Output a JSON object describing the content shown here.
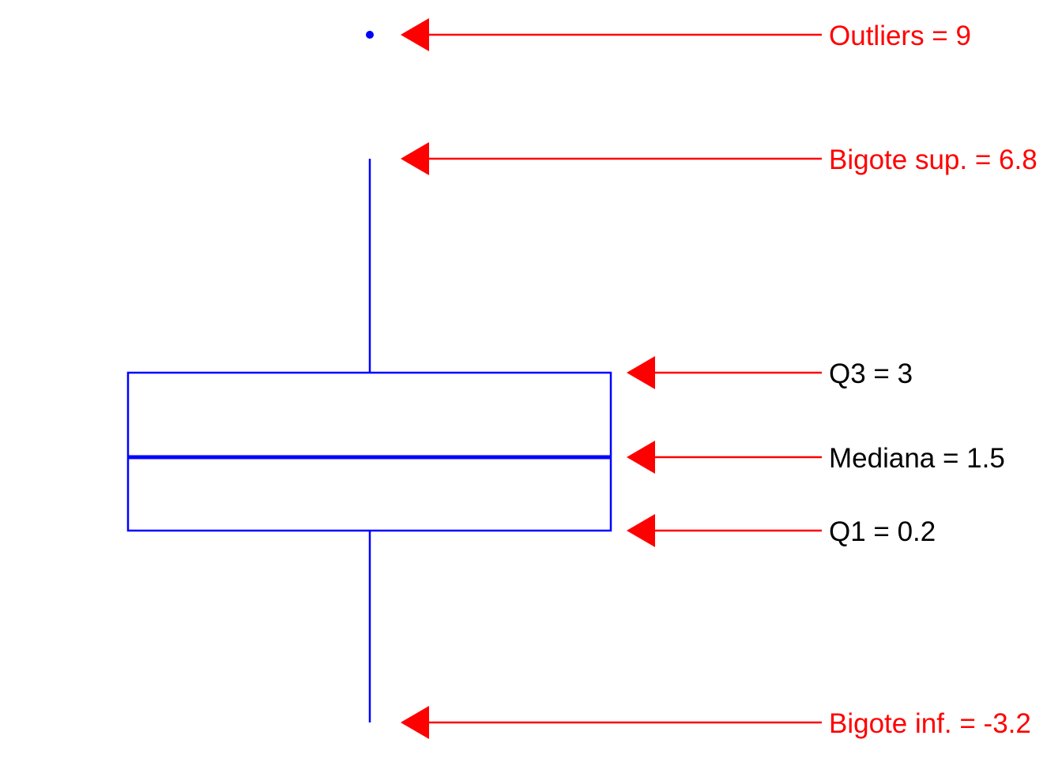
{
  "chart_data": {
    "type": "boxplot",
    "title": "",
    "xlabel": "",
    "ylabel": "",
    "grid": false,
    "axes_visible": false,
    "stats": {
      "outliers": [
        9
      ],
      "upper_whisker": 6.8,
      "q3": 3,
      "median": 1.5,
      "q1": 0.2,
      "lower_whisker": -3.2
    },
    "box_color": "#0000ff",
    "annotations": [
      {
        "key": "outliers",
        "text": "Outliers = 9",
        "color": "#ff0000"
      },
      {
        "key": "upper_whisker",
        "text": "Bigote sup. = 6.8",
        "color": "#ff0000"
      },
      {
        "key": "q3",
        "text": "Q3 = 3",
        "color": "#000000"
      },
      {
        "key": "median",
        "text": "Mediana = 1.5",
        "color": "#000000"
      },
      {
        "key": "q1",
        "text": "Q1 = 0.2",
        "color": "#000000"
      },
      {
        "key": "lower_whisker",
        "text": "Bigote inf. = -3.2",
        "color": "#ff0000"
      }
    ],
    "arrow_color": "#ff0000"
  }
}
